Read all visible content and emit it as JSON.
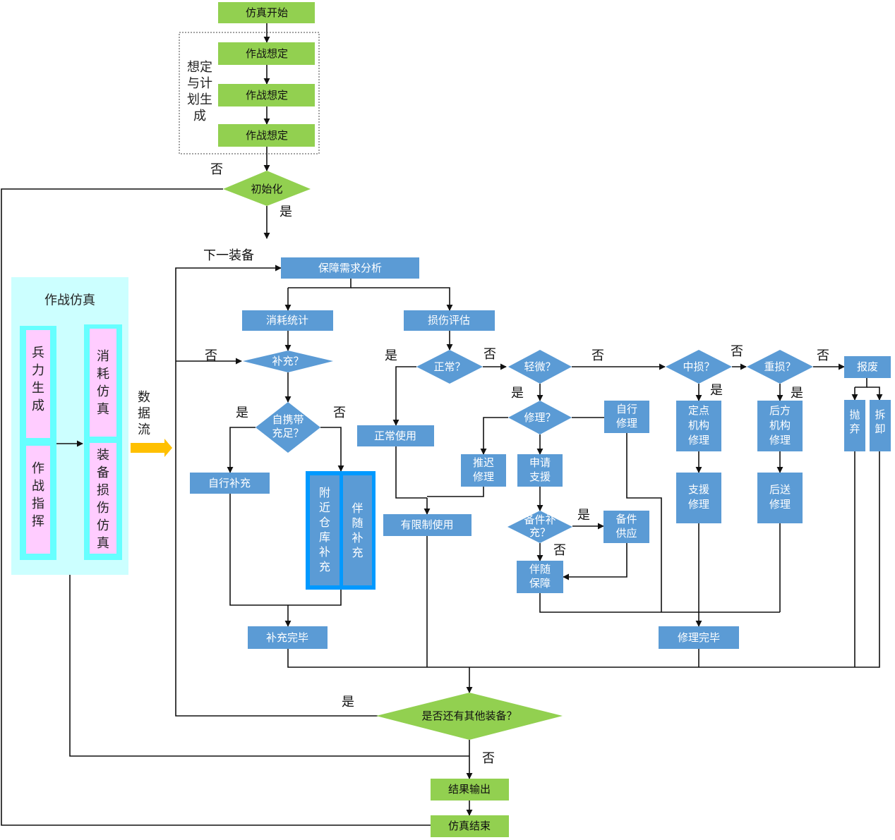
{
  "sim": {
    "start": "仿真开始",
    "scenario1": "作战想定",
    "scenario2": "作战想定",
    "scenario3": "作战想定",
    "group_label": "想定与计划生成",
    "init": "初始化",
    "need_analysis": "保障需求分析",
    "consume_stat": "消耗统计",
    "damage_eval": "损伤评估",
    "replenish_q": "补充？",
    "self_enough_q": "自携带充足？",
    "self_replenish": "自行补充",
    "nearby_depot": "附近仓库补充",
    "accompany_replenish": "伴随补充",
    "replenish_done": "补充完毕",
    "normal_q": "正常？",
    "normal_use": "正常使用",
    "slight_q": "轻微？",
    "repair_q": "修理？",
    "self_repair": "自行修理",
    "delay_repair": "推迟修理",
    "apply_support": "申请支援",
    "limited_use": "有限制使用",
    "spare_q": "备件补充？",
    "spare_supply": "备件供应",
    "accompany_support": "伴随保障",
    "medium_q": "中损？",
    "fixed_repair": "定点机构修理",
    "support_repair": "支援修理",
    "heavy_q": "重损？",
    "rear_repair": "后方机构修理",
    "send_back_repair": "后送修理",
    "scrap": "报废",
    "abandon": "抛弃",
    "dismantle": "拆卸",
    "repair_done": "修理完毕",
    "more_equip_q": "是否还有其他装备？",
    "result_output": "结果输出",
    "sim_end": "仿真结束"
  },
  "combat_panel": {
    "title": "作战仿真",
    "force_gen": "兵力生成",
    "command": "作战指挥",
    "consume_sim": "消耗仿真",
    "damage_sim": "装备损伤仿真",
    "data_flow": "数据流"
  },
  "labels": {
    "init_no": "否",
    "init_yes": "是",
    "next_equip": "下一装备",
    "replenish_no": "否",
    "self_yes": "是",
    "self_no": "否",
    "normal_yes": "是",
    "normal_no": "否",
    "slight_no": "否",
    "slight_yes": "是",
    "medium_no": "否",
    "medium_yes": "是",
    "heavy_no": "否",
    "heavy_yes": "是",
    "spare_yes": "是",
    "spare_no": "否",
    "more_yes": "是",
    "more_no": "否"
  },
  "colors": {
    "green": "#92D050",
    "blue": "#5B9BD5",
    "panel": "#CCFFFF",
    "pink": "#FFCCFF",
    "cyan": "#66FFFF",
    "depot_bg": "#0099FF",
    "arrow_orange": "#FFC000"
  }
}
